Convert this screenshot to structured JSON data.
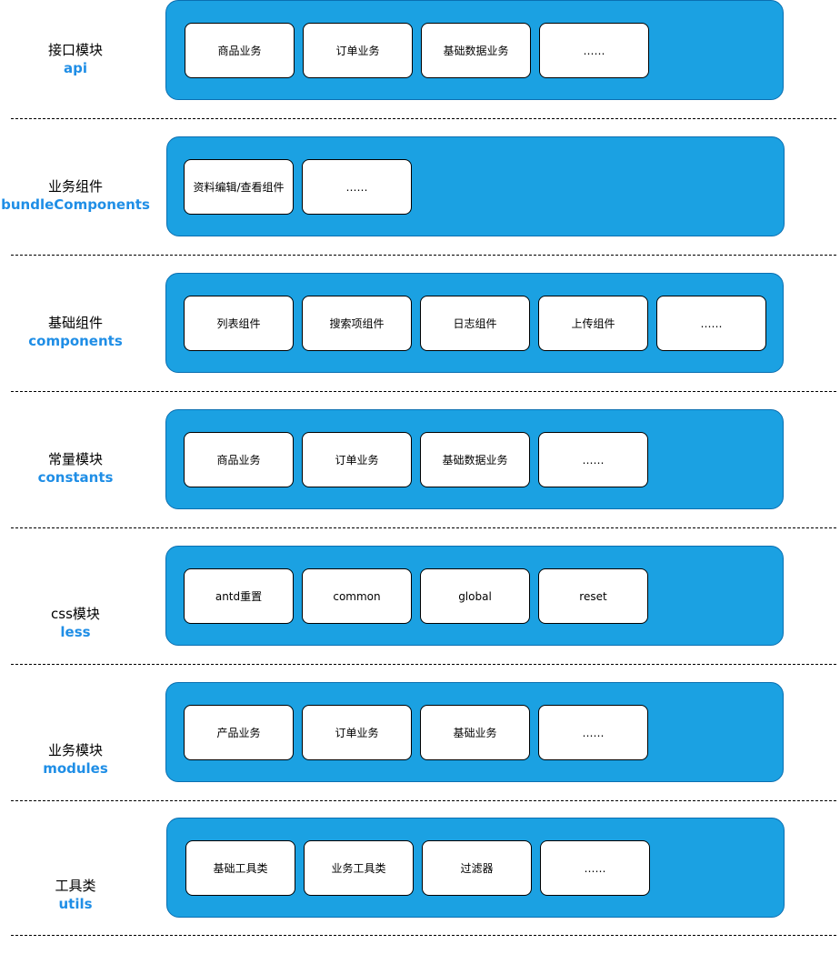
{
  "layers": [
    {
      "title": "接口模块",
      "subtitle": "api",
      "items": [
        "商品业务",
        "订单业务",
        "基础数据业务",
        "……"
      ]
    },
    {
      "title": "业务组件",
      "subtitle": "bundleComponents",
      "items": [
        "资料编辑/查看组件",
        "……"
      ]
    },
    {
      "title": "基础组件",
      "subtitle": "components",
      "items": [
        "列表组件",
        "搜索项组件",
        "日志组件",
        "上传组件",
        "……"
      ]
    },
    {
      "title": "常量模块",
      "subtitle": "constants",
      "items": [
        "商品业务",
        "订单业务",
        "基础数据业务",
        "……"
      ]
    },
    {
      "title": "css模块",
      "subtitle": "less",
      "items": [
        "antd重置",
        "common",
        "global",
        "reset"
      ]
    },
    {
      "title": "业务模块",
      "subtitle": "modules",
      "items": [
        "产品业务",
        "订单业务",
        "基础业务",
        "……"
      ]
    },
    {
      "title": "工具类",
      "subtitle": "utils",
      "items": [
        "基础工具类",
        "业务工具类",
        "过滤器",
        "……"
      ]
    }
  ],
  "colors": {
    "panel_fill": "#1ba1e2",
    "panel_border": "#0b6fb1",
    "subtitle_text": "#1f8ee6",
    "box_fill": "#ffffff",
    "box_border": "#000000"
  }
}
